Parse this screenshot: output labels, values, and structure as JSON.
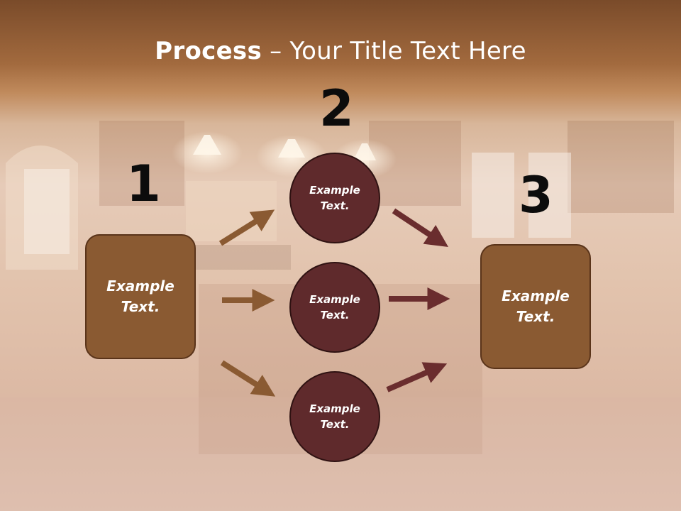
{
  "slide": {
    "title_bold": "Process",
    "title_rest": " – Your Title Text Here",
    "numbers": [
      "1",
      "2",
      "3"
    ],
    "left_box_text": "Example\nText.",
    "right_box_text": "Example\nText.",
    "circles": [
      "Example\nText.",
      "Example\nText.",
      "Example\nText."
    ]
  },
  "colors": {
    "box_fill": "#8a5a32",
    "circle_fill": "#5f2a2c",
    "left_arrow": "#8a5a32",
    "right_arrow": "#6a2d2e"
  }
}
